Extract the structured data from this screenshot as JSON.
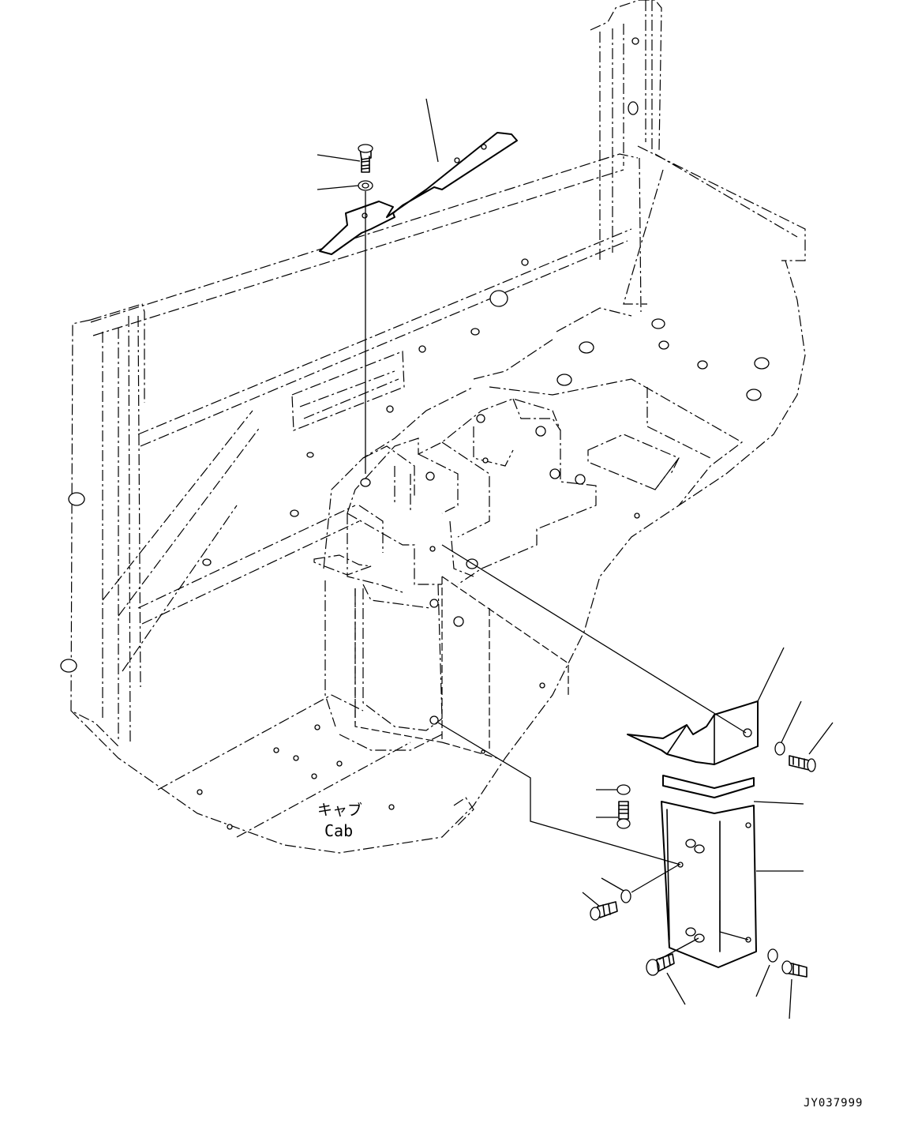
{
  "labels": {
    "cab_jp": "キャブ",
    "cab_en": "Cab"
  },
  "drawing_code": "JY037999",
  "colors": {
    "line": "#000000",
    "background": "#ffffff"
  }
}
